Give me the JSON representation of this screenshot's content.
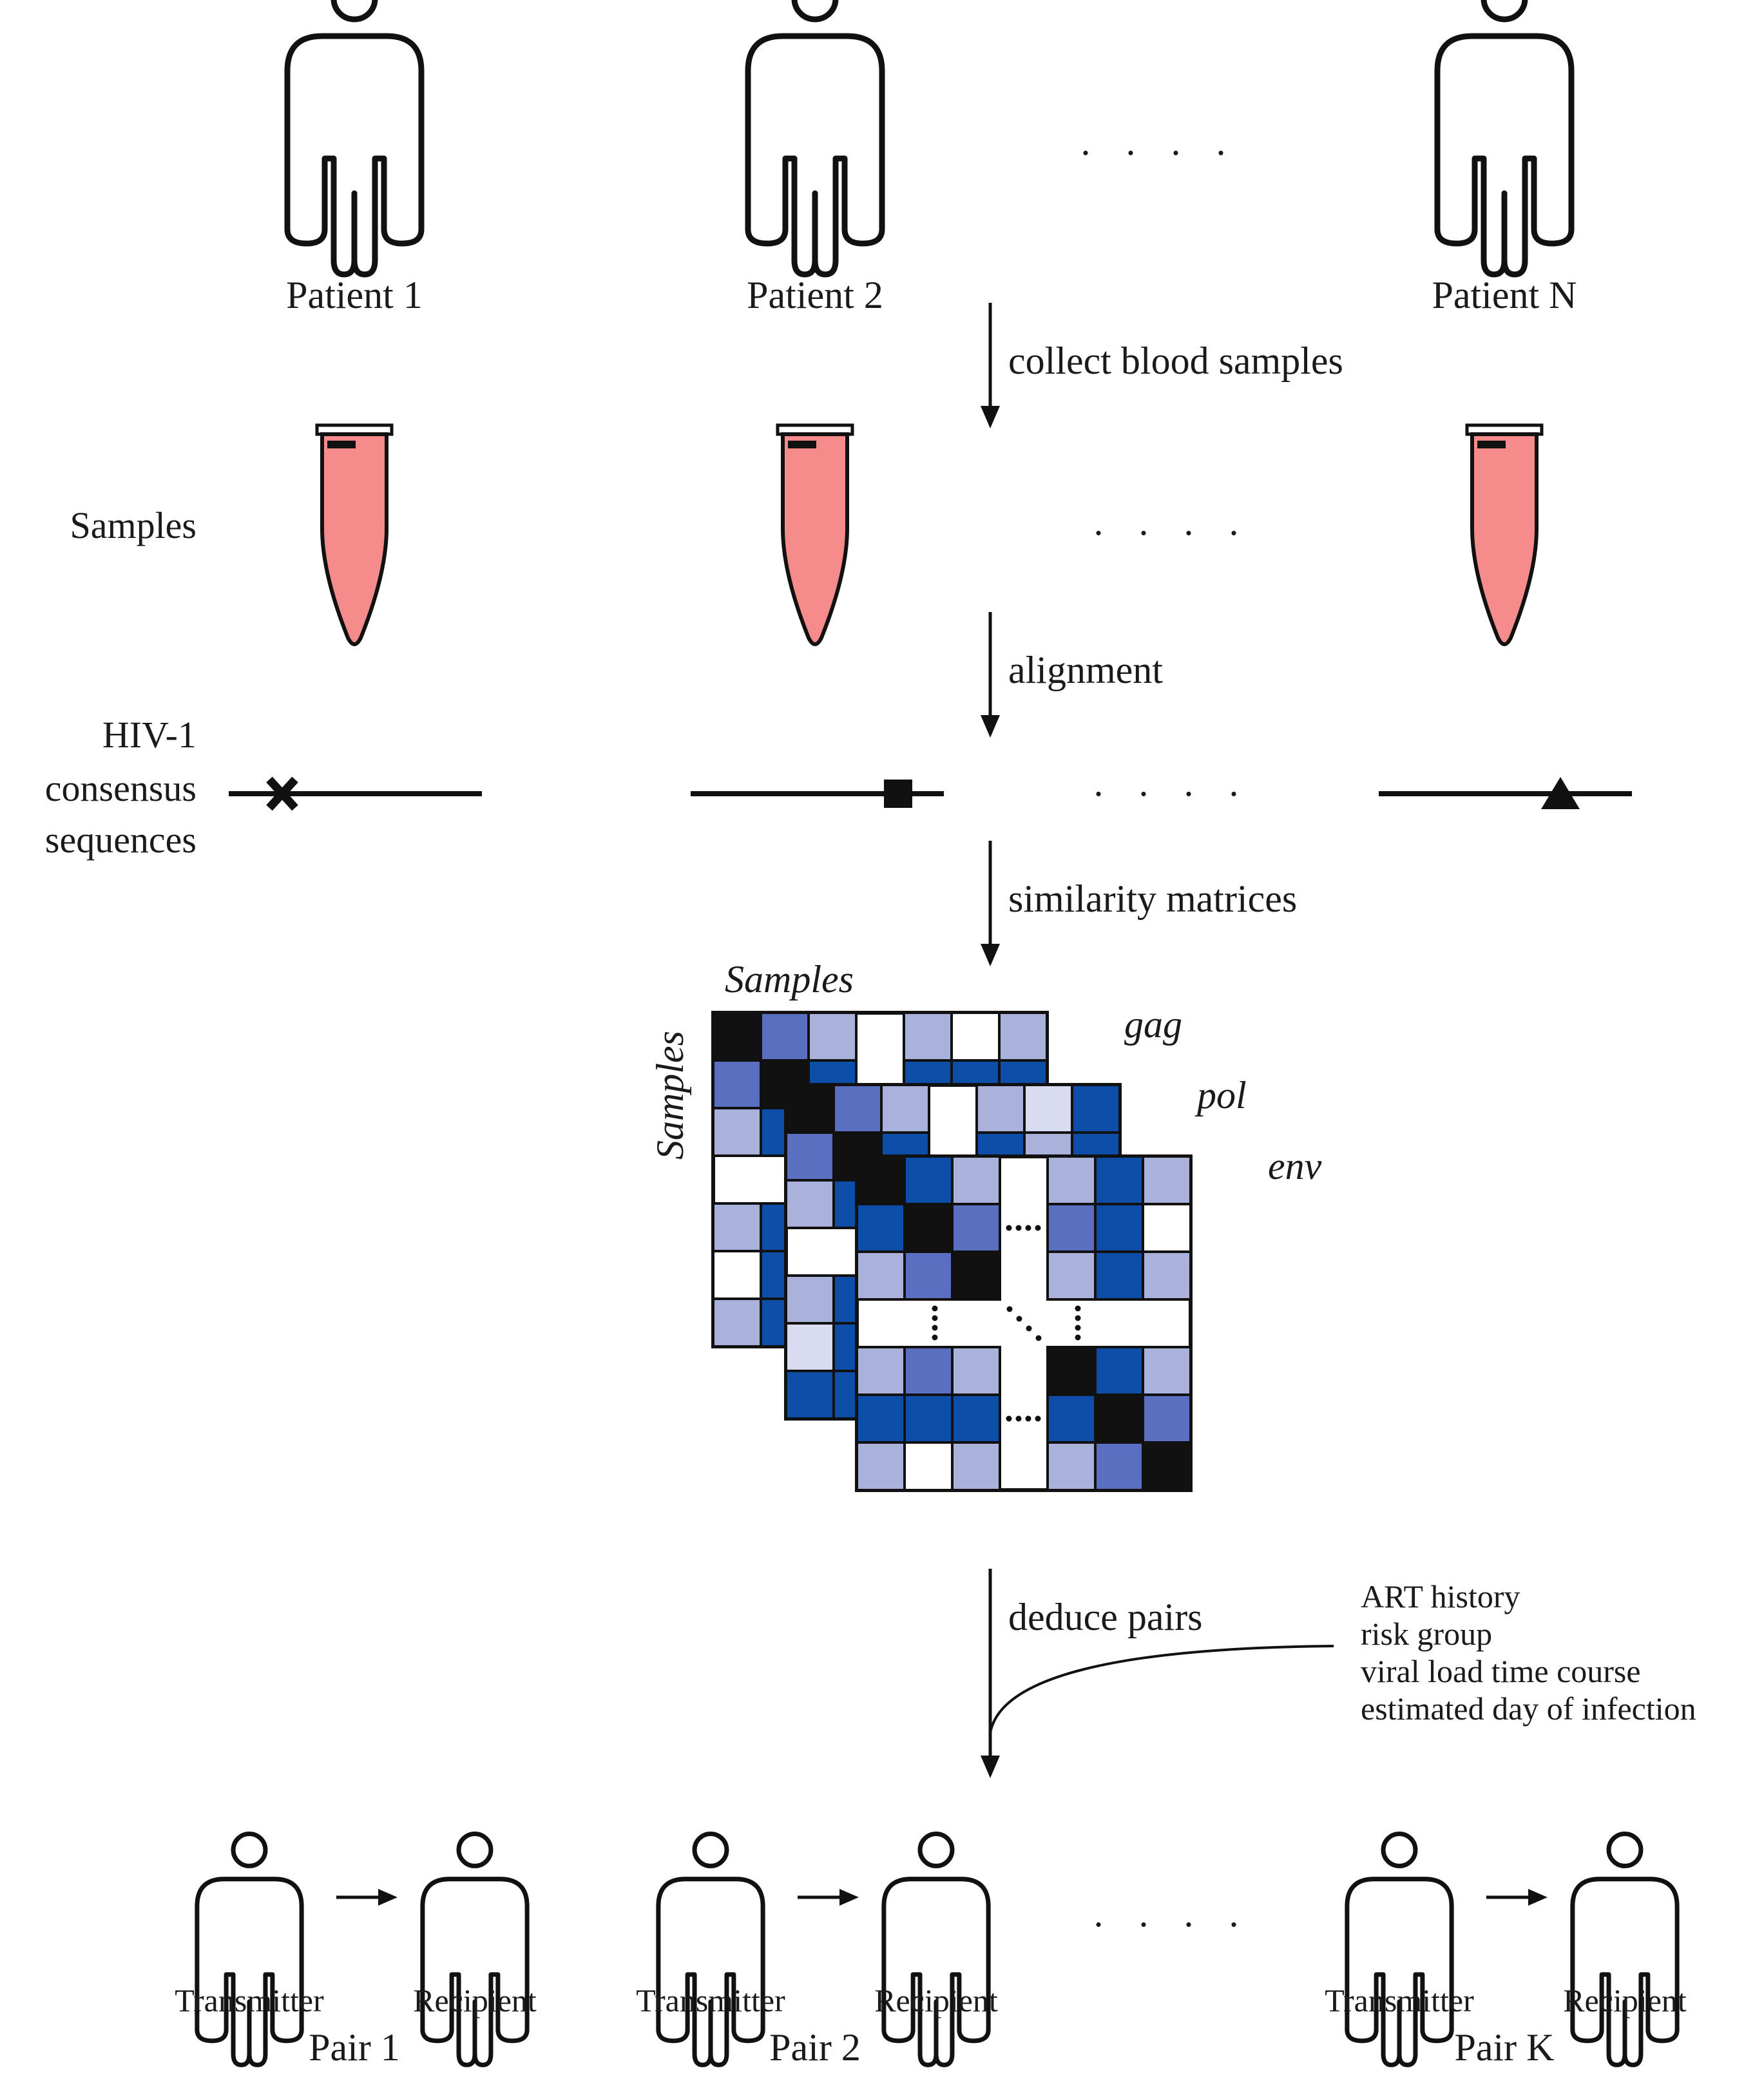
{
  "patients": {
    "labels": [
      "Patient 1",
      "Patient 2",
      "Patient N"
    ],
    "ellipsis": ". . . ."
  },
  "steps": {
    "collect": "collect blood samples",
    "alignment": "alignment",
    "similarity": "similarity matrices",
    "deduce": "deduce pairs"
  },
  "rows": {
    "samples_label": "Samples",
    "sequences_label": [
      "HIV-1",
      "consensus",
      "sequences"
    ],
    "ellipsis": ". . . ."
  },
  "matrix": {
    "top_label": "Samples",
    "side_label": "Samples",
    "layers": [
      "gag",
      "pol",
      "env"
    ]
  },
  "metadata": {
    "lines": [
      "ART history",
      "risk group",
      "viral load time course",
      "estimated day of infection"
    ]
  },
  "pairs": {
    "items": [
      {
        "transmitter": "Transmitter",
        "recipient": "Recipient",
        "label": "Pair 1"
      },
      {
        "transmitter": "Transmitter",
        "recipient": "Recipient",
        "label": "Pair 2"
      },
      {
        "transmitter": "Transmitter",
        "recipient": "Recipient",
        "label": "Pair K"
      }
    ],
    "ellipsis": ". . . ."
  },
  "colors": {
    "tube_fill": "#f58b8b",
    "dark": "#111111",
    "blue_dark": "#0d4fa8",
    "blue_mid": "#5b6fc0",
    "blue_light": "#aab1db",
    "blue_pale": "#d9dbf0"
  },
  "icons": {
    "person": "person-outline-icon",
    "tube": "sample-tube-icon",
    "arrow": "down-arrow-icon"
  }
}
